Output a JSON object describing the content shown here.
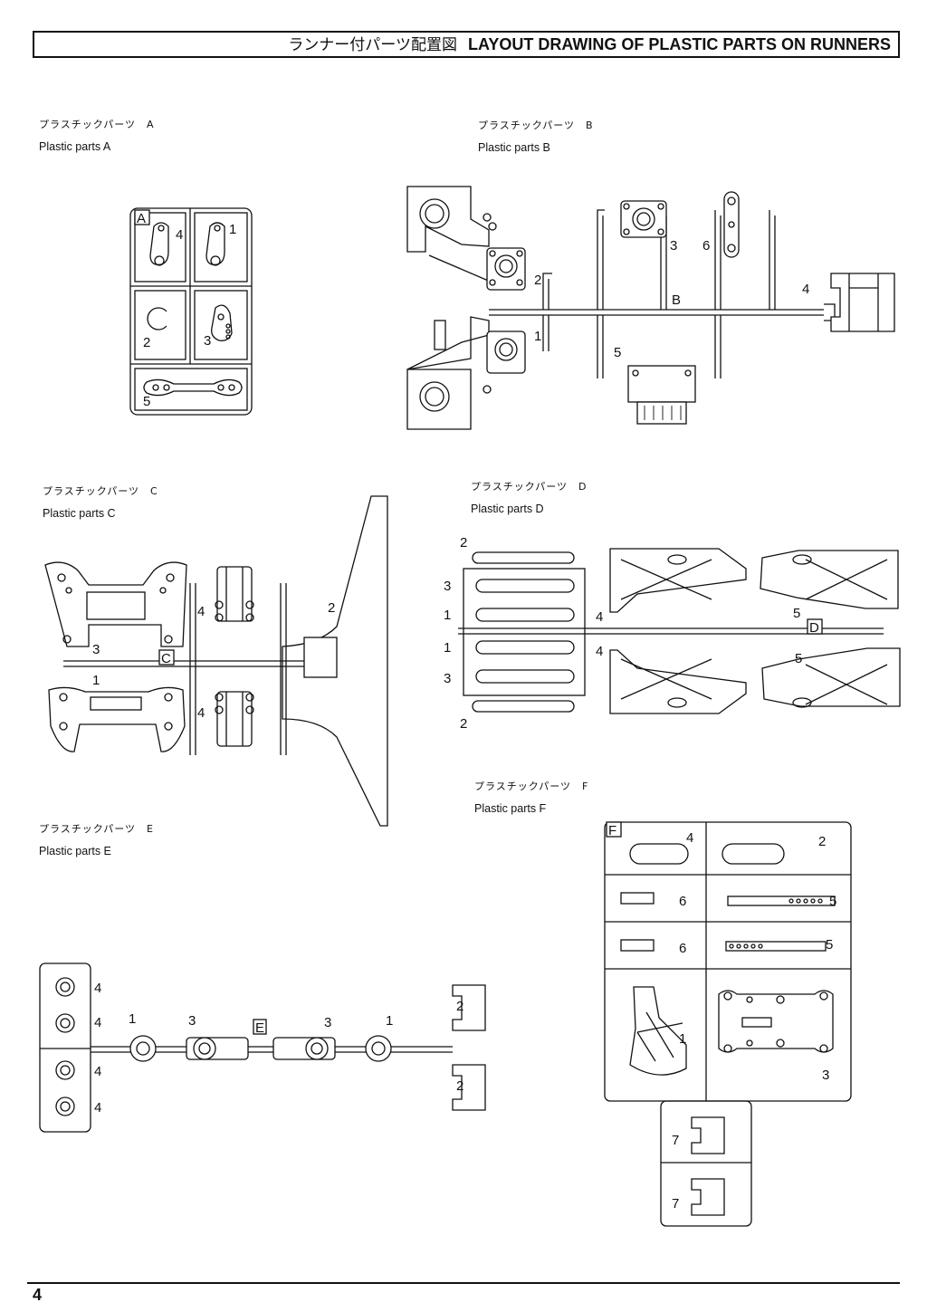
{
  "header": {
    "title_jp": "ランナー付パーツ配置図",
    "title_en": "LAYOUT DRAWING OF PLASTIC PARTS ON RUNNERS"
  },
  "sections": {
    "a": {
      "label_jp": "プラスチックパーツ　A",
      "label_en": "Plastic parts  A",
      "runner": "A",
      "parts": [
        "4",
        "1",
        "2",
        "3",
        "5"
      ]
    },
    "b": {
      "label_jp": "プラスチックパーツ　B",
      "label_en": "Plastic parts  B",
      "runner": "B",
      "parts": [
        "2",
        "1",
        "3",
        "6",
        "4",
        "5"
      ]
    },
    "c": {
      "label_jp": "プラスチックパーツ　C",
      "label_en": "Plastic parts  C",
      "runner": "C",
      "parts": [
        "3",
        "1",
        "4",
        "4",
        "2"
      ]
    },
    "d": {
      "label_jp": "プラスチックパーツ　D",
      "label_en": "Plastic parts  D",
      "runner": "D",
      "parts": [
        "2",
        "3",
        "1",
        "1",
        "3",
        "2",
        "4",
        "4",
        "5",
        "5"
      ]
    },
    "e": {
      "label_jp": "プラスチックパーツ　E",
      "label_en": "Plastic parts  E",
      "runner": "E",
      "parts": [
        "4",
        "4",
        "4",
        "4",
        "1",
        "3",
        "3",
        "1",
        "2",
        "2"
      ]
    },
    "f": {
      "label_jp": "プラスチックパーツ　F",
      "label_en": "Plastic parts  F",
      "runner": "F",
      "parts": [
        "4",
        "2",
        "6",
        "5",
        "6",
        "5",
        "1",
        "3",
        "7",
        "7"
      ]
    }
  },
  "footer": {
    "page_number": "4"
  }
}
